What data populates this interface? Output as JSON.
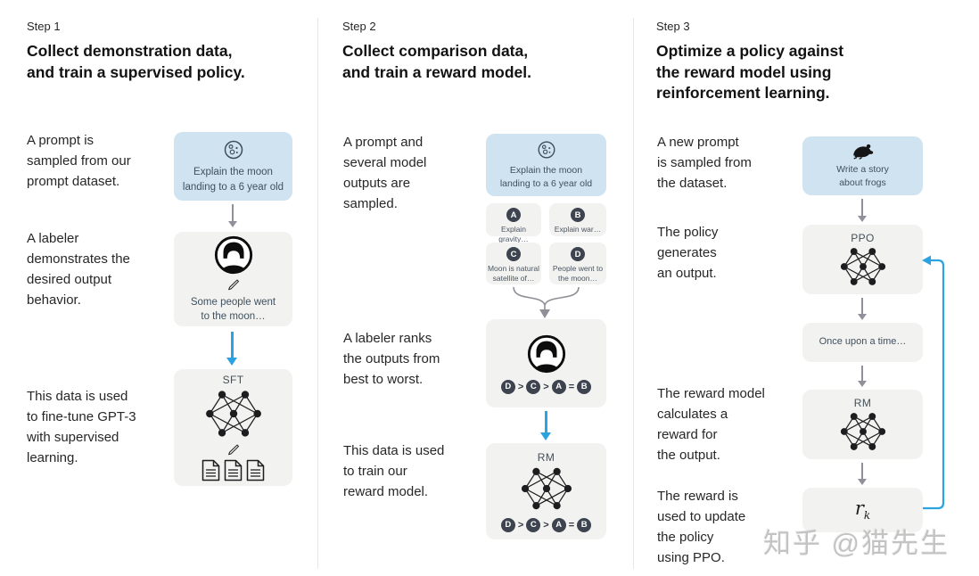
{
  "watermark": "知乎 @猫先生",
  "colors": {
    "prompt_box_bg": "#cfe3f1",
    "panel_bg": "#f2f2f1",
    "arrow_blue": "#2aa3e0",
    "arrow_gray": "#90909a",
    "badge_bg": "#3d434f"
  },
  "icons": {
    "step1_prompt": "moon-icon",
    "labeler": "person-icon",
    "edit": "pencil-icon",
    "sft_output": "documents-icon",
    "network": "neural-network-icon",
    "step3_prompt": "frog-icon"
  },
  "step1": {
    "label": "Step 1",
    "title": "Collect demonstration data,\nand train a supervised policy.",
    "captions": {
      "prompt": "A prompt is\nsampled from our\nprompt dataset.",
      "labeler": "A labeler\ndemonstrates the\ndesired output\nbehavior.",
      "finetune": "This data is used\nto fine-tune GPT-3\nwith supervised\nlearning."
    },
    "prompt_box": "Explain the moon\nlanding to a 6 year old",
    "demo_box": "Some people went\nto the moon…",
    "model_label": "SFT"
  },
  "step2": {
    "label": "Step 2",
    "title": "Collect comparison data,\nand train a reward model.",
    "captions": {
      "sampled": "A prompt and\nseveral model\noutputs are\nsampled.",
      "ranks": "A labeler ranks\nthe outputs from\nbest to worst.",
      "train": "This data is used\nto train our\nreward model."
    },
    "prompt_box": "Explain the moon\nlanding to a 6 year old",
    "outputs": [
      {
        "letter": "A",
        "text": "Explain gravity…"
      },
      {
        "letter": "B",
        "text": "Explain war…"
      },
      {
        "letter": "C",
        "text": "Moon is natural\nsatellite of…"
      },
      {
        "letter": "D",
        "text": "People went to\nthe moon…"
      }
    ],
    "ranking": {
      "b0": "D",
      "op0": ">",
      "b1": "C",
      "op1": ">",
      "b2": "A",
      "op2": "=",
      "b3": "B"
    },
    "model_label": "RM"
  },
  "step3": {
    "label": "Step 3",
    "title": "Optimize a policy against\nthe reward model using\nreinforcement learning.",
    "captions": {
      "new_prompt": "A new prompt\nis sampled from\nthe dataset.",
      "policy": "The policy\ngenerates\nan output.",
      "reward": "The reward model\ncalculates a\nreward for\nthe output.",
      "update": "The reward is\nused to update\nthe policy\nusing PPO."
    },
    "prompt_box": "Write a story\nabout frogs",
    "ppo_label": "PPO",
    "output_box": "Once upon a time…",
    "rm_label": "RM",
    "reward_var": "r",
    "reward_sub": "k"
  }
}
